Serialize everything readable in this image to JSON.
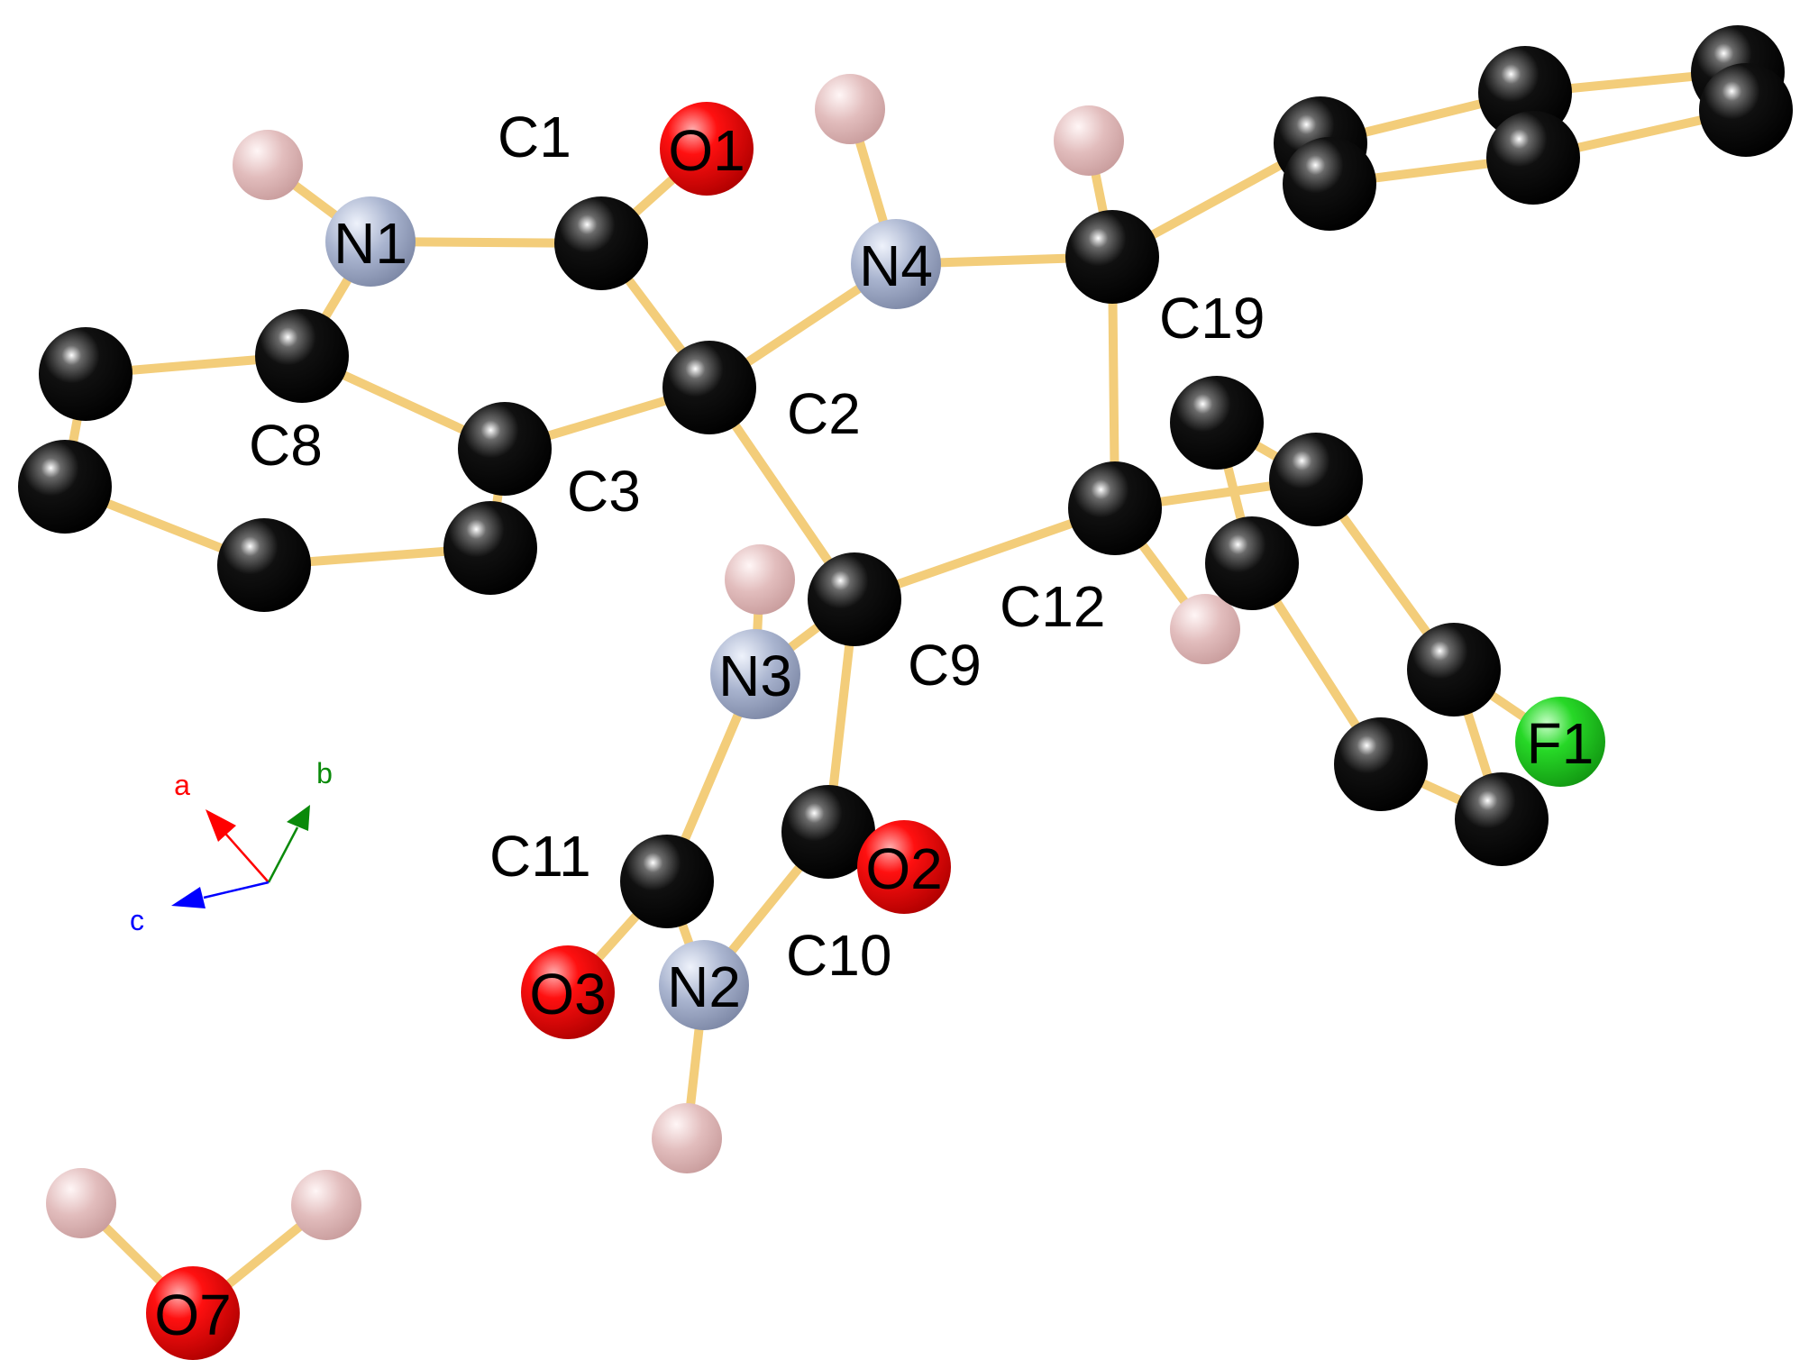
{
  "figure": {
    "colors": {
      "background": "#ffffff",
      "bond": "#f3cd7a",
      "carbon": "#000000",
      "hydrogen": "#dcb5b5",
      "nitrogen": "#a9b4cf",
      "oxygen": "#ff0000",
      "fluorine": "#27d827",
      "axis_a": "#ff0000",
      "axis_b": "#0a8a0a",
      "axis_c": "#0000ff"
    },
    "atoms": [
      {
        "id": "n1",
        "element": "N",
        "label": "N1"
      },
      {
        "id": "h_n1",
        "element": "H"
      },
      {
        "id": "c1",
        "element": "C"
      },
      {
        "id": "o1",
        "element": "O",
        "label": "O1"
      },
      {
        "id": "n4",
        "element": "N",
        "label": "N4"
      },
      {
        "id": "h_n4",
        "element": "H"
      },
      {
        "id": "c19",
        "element": "C"
      },
      {
        "id": "h_c19",
        "element": "H"
      },
      {
        "id": "c2",
        "element": "C"
      },
      {
        "id": "c3",
        "element": "C"
      },
      {
        "id": "c8",
        "element": "C"
      },
      {
        "id": "c4",
        "element": "C"
      },
      {
        "id": "c5",
        "element": "C"
      },
      {
        "id": "c6",
        "element": "C"
      },
      {
        "id": "c7",
        "element": "C"
      },
      {
        "id": "c9",
        "element": "C"
      },
      {
        "id": "c12",
        "element": "C"
      },
      {
        "id": "h_c12",
        "element": "H"
      },
      {
        "id": "n3",
        "element": "N",
        "label": "N3"
      },
      {
        "id": "h_n3",
        "element": "H"
      },
      {
        "id": "c10",
        "element": "C"
      },
      {
        "id": "o2",
        "element": "O",
        "label": "O2"
      },
      {
        "id": "c11",
        "element": "C"
      },
      {
        "id": "o3",
        "element": "O",
        "label": "O3"
      },
      {
        "id": "n2",
        "element": "N",
        "label": "N2"
      },
      {
        "id": "h_n2",
        "element": "H"
      },
      {
        "id": "ph1",
        "element": "C"
      },
      {
        "id": "ph2",
        "element": "C"
      },
      {
        "id": "ph3",
        "element": "C"
      },
      {
        "id": "ph4",
        "element": "C"
      },
      {
        "id": "ph5",
        "element": "C"
      },
      {
        "id": "ph6",
        "element": "C"
      },
      {
        "id": "fp1",
        "element": "C"
      },
      {
        "id": "fp2",
        "element": "C"
      },
      {
        "id": "fp3",
        "element": "C"
      },
      {
        "id": "fp4",
        "element": "C"
      },
      {
        "id": "fp5",
        "element": "C"
      },
      {
        "id": "fp6",
        "element": "C"
      },
      {
        "id": "f1",
        "element": "F",
        "label": "F1"
      },
      {
        "id": "o7",
        "element": "O",
        "label": "O7"
      },
      {
        "id": "h_o7a",
        "element": "H"
      },
      {
        "id": "h_o7b",
        "element": "H"
      }
    ],
    "carbon_labels": {
      "c1": "C1",
      "c2": "C2",
      "c3": "C3",
      "c8": "C8",
      "c9": "C9",
      "c10": "C10",
      "c11": "C11",
      "c12": "C12",
      "c19": "C19"
    },
    "axes": {
      "a": "a",
      "b": "b",
      "c": "c"
    }
  }
}
